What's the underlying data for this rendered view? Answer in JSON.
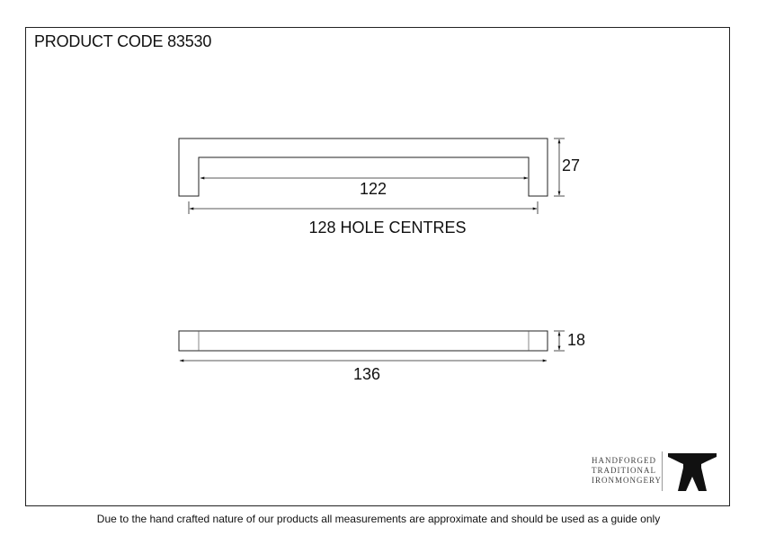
{
  "title": "PRODUCT CODE 83530",
  "dimensions": {
    "inner_length": "122",
    "height_front": "27",
    "hole_centres": "128 HOLE CENTRES",
    "depth_top": "18",
    "overall_length": "136"
  },
  "brand": {
    "line1": "HANDFORGED",
    "line2": "TRADITIONAL",
    "line3": "IRONMONGERY",
    "icon": "anvil-icon"
  },
  "footer": "Due to the hand crafted nature of our products all measurements are approximate and should be used as a guide only"
}
